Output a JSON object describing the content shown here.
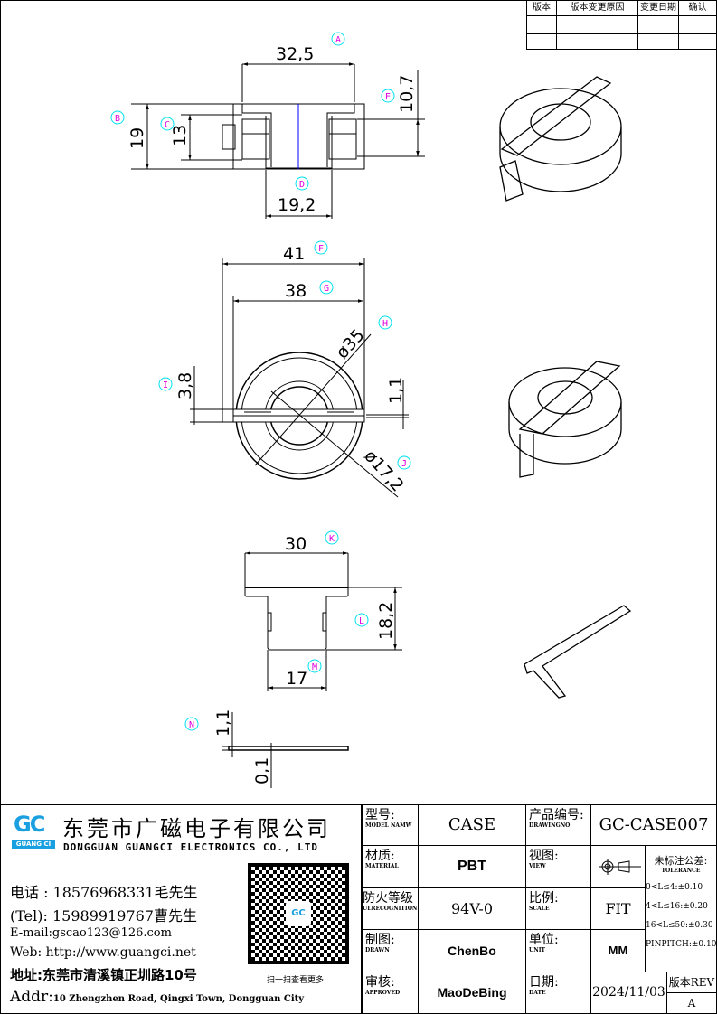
{
  "revision_table": {
    "headers": [
      "版本",
      "版本变更原因",
      "变更日期",
      "确认"
    ],
    "rows": [
      [
        "",
        "",
        "",
        ""
      ],
      [
        "",
        "",
        "",
        ""
      ]
    ]
  },
  "views": {
    "top": {
      "dims": {
        "width_outer": "32,5",
        "height": "19",
        "height_inner": "13",
        "flange": "10,7",
        "bore": "19,2"
      },
      "labels": [
        "A",
        "B",
        "C",
        "D",
        "E"
      ]
    },
    "front": {
      "dims": {
        "overall": "41",
        "body": "38",
        "dia_outer": "ø35",
        "dia_inner": "ø17,2",
        "slot": "3,8",
        "clip": "1,1"
      },
      "labels": [
        "F",
        "G",
        "H",
        "I",
        "J"
      ]
    },
    "clip": {
      "dims": {
        "width": "30",
        "height": "18,2",
        "stem": "17"
      },
      "labels": [
        "K",
        "L",
        "M"
      ]
    },
    "clip_side": {
      "dims": {
        "thick": "1,1",
        "gap": "0,1"
      },
      "labels": [
        "N"
      ]
    }
  },
  "company": {
    "name_cn": "东莞市广磁电子有限公司",
    "name_en": "DONGGUAN GUANGCI ELECTRONICS CO., LTD",
    "logo_text": "GUANG CI",
    "phone1": "电话 : 18576968331毛先生",
    "phone2": "(Tel): 15989919767曹先生",
    "email": "E-mail:gscao123@126.com",
    "web": "Web: http://www.guangci.net",
    "addr_cn": "地址:东莞市清溪镇正圳路10号",
    "addr_en_label": "Addr:",
    "addr_en": "10 Zhengzhen Road, Qingxi Town, Dongguan City",
    "qr_caption": "扫一扫查看更多"
  },
  "title_block": {
    "model": {
      "cn": "型号:",
      "en": "MODEL NAMW",
      "value": "CASE"
    },
    "drawing_no": {
      "cn": "产品编号:",
      "en": "DRAWINGNO",
      "value": "GC-CASE007"
    },
    "material": {
      "cn": "材质:",
      "en": "MATERIAL",
      "value": "PBT"
    },
    "view": {
      "cn": "视图:",
      "en": "VIEW"
    },
    "tolerance": {
      "cn": "未标注公差:",
      "en": "TOLERANCE",
      "lines": [
        "0<L≤4:±0.10",
        "4<L≤16:±0.20",
        "16<L≤50:±0.30",
        "PINPITCH:±0.10"
      ]
    },
    "fire": {
      "cn": "防火等级",
      "en": "ULRECOGNITION",
      "value": "94V-0"
    },
    "scale": {
      "cn": "比例:",
      "en": "SCALE",
      "value": "FIT"
    },
    "drawn": {
      "cn": "制图:",
      "en": "DRAWN",
      "value": "ChenBo"
    },
    "unit": {
      "cn": "单位:",
      "en": "UNIT",
      "value": "MM"
    },
    "approved": {
      "cn": "审核:",
      "en": "APPROVED",
      "value": "MaoDeBing"
    },
    "date": {
      "cn": "日期:",
      "en": "DATE",
      "value": "2024/11/03"
    },
    "rev": {
      "label": "版本REV",
      "value": "A"
    }
  },
  "colors": {
    "label_circle": "#00e0f0",
    "label_text": "#e000e0",
    "centerline": "#0000ff",
    "logo": "#1aa0e0"
  }
}
